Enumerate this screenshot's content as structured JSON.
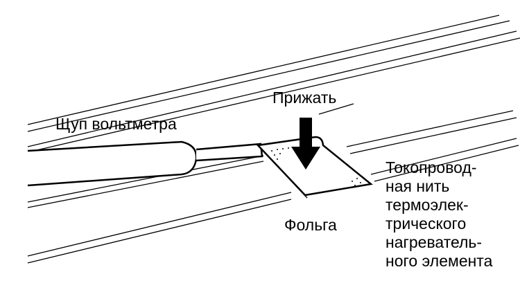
{
  "labels": {
    "probe": "Щуп вольтметра",
    "press": "Прижать",
    "foil": "Фольга",
    "thread_lines": [
      "Токопровод-",
      "ная нить",
      "термоэлек-",
      "трического",
      "нагреватель-",
      "ного элемента"
    ]
  }
}
